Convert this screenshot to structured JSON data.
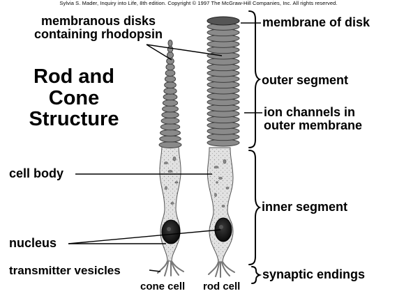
{
  "credit": "Sylvia S. Mader, Inquiry into Life, 8th edition. Copyright © 1997 The McGraw-Hill Companies, Inc. All rights reserved.",
  "title": [
    "Rod and",
    "Cone",
    "Structure"
  ],
  "labels": {
    "membranous_disks": [
      "membranous disks",
      "containing rhodopsin"
    ],
    "cell_body": "cell body",
    "nucleus": "nucleus",
    "transmitter_vesicles": "transmitter vesicles",
    "cone_cell": "cone cell",
    "rod_cell": "rod cell",
    "membrane_of_disk": "membrane of disk",
    "outer_segment": "outer segment",
    "ion_channels": [
      "ion channels in",
      "outer membrane"
    ],
    "inner_segment": "inner segment",
    "synaptic_endings": "synaptic endings"
  }
}
